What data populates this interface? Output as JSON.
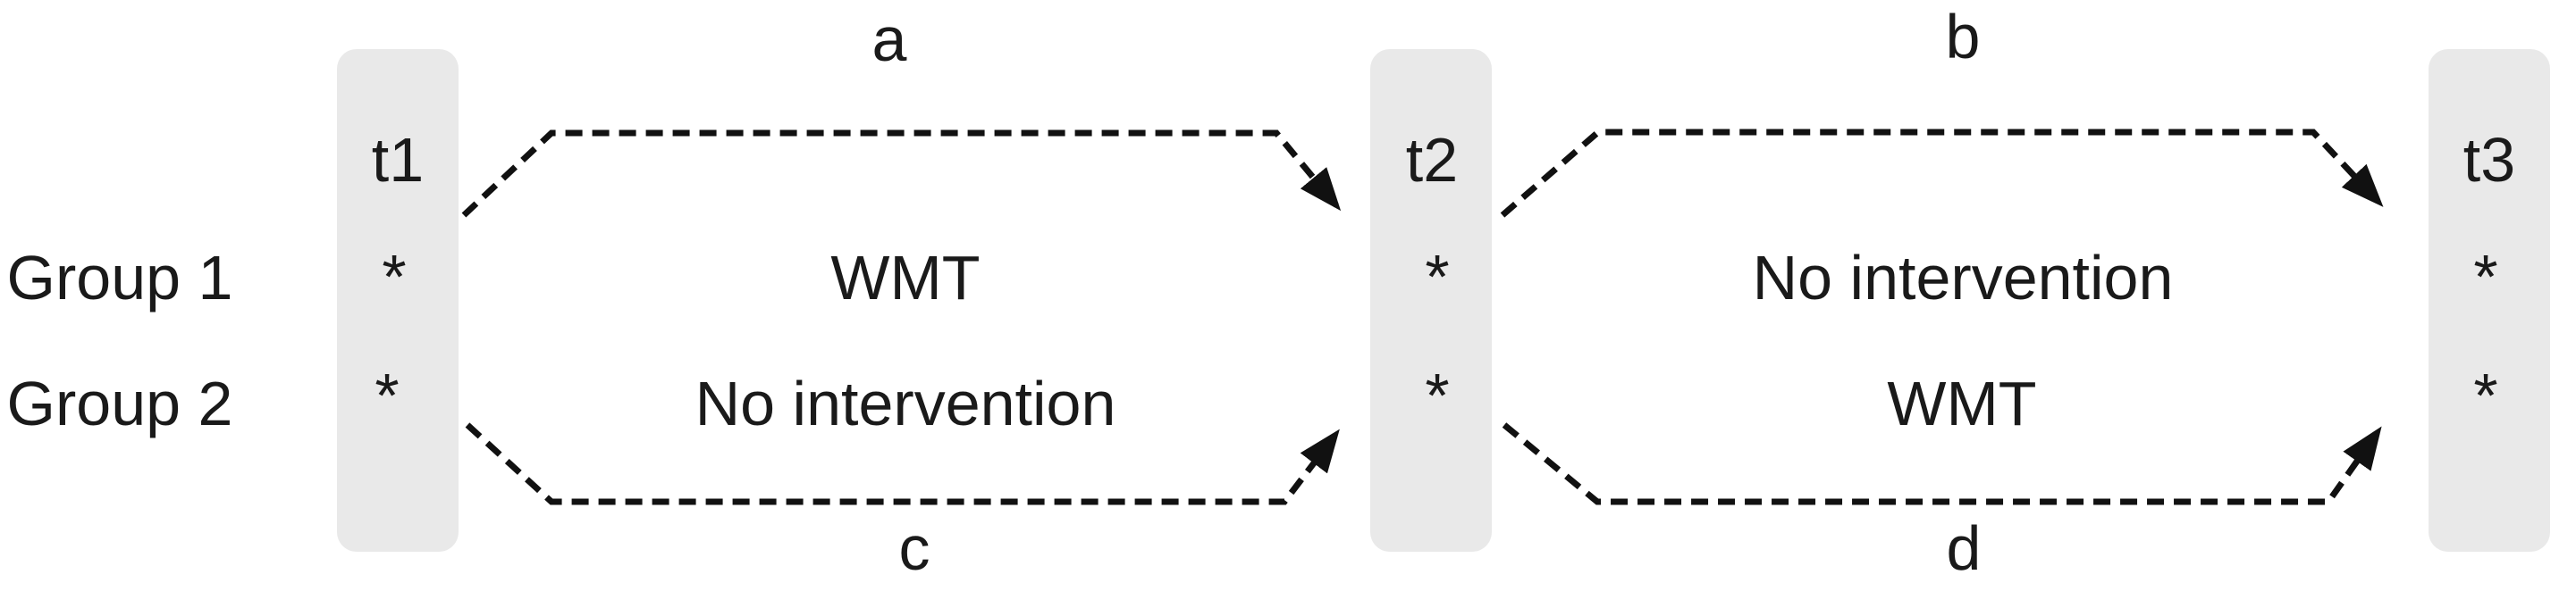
{
  "figure": {
    "groups": [
      "Group 1",
      "Group 2"
    ],
    "timepoints": [
      "t1",
      "t2",
      "t3"
    ],
    "measurement_marker": "*",
    "phase1": {
      "top_path_label": "a",
      "bottom_path_label": "c",
      "group1_condition": "WMT",
      "group2_condition": "No intervention"
    },
    "phase2": {
      "top_path_label": "b",
      "bottom_path_label": "d",
      "group1_condition": "No intervention",
      "group2_condition": "WMT"
    },
    "colors": {
      "pillar_fill": "#e9e9e9",
      "text": "#1a1a1a",
      "line": "#111111"
    }
  }
}
